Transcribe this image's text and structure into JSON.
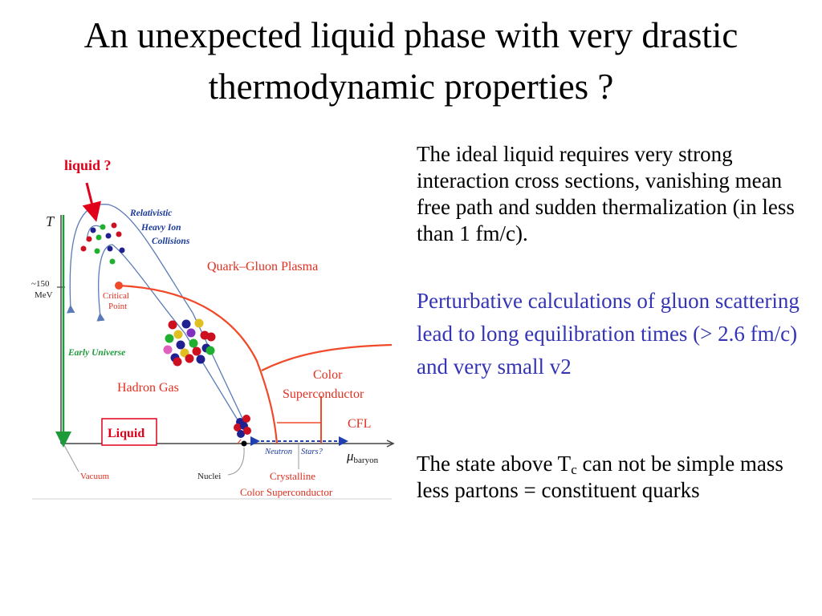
{
  "slide": {
    "title_line1": "An unexpected liquid phase with very drastic",
    "title_line2": "thermodynamic properties ?",
    "paragraph1": "The ideal liquid requires very strong interaction cross sections, vanishing mean free path and  sudden thermalization (in less than 1 fm/c).",
    "paragraph2": "Perturbative calculations of gluon scattering lead to long equilibration times (> 2.6 fm/c) and very small v2",
    "paragraph3_before": "The state above T",
    "paragraph3_sub": "c",
    "paragraph3_after": " can not be simple mass less partons = constituent quarks"
  },
  "diagram": {
    "annotation_liquid_q": "liquid ?",
    "axis_t": "T",
    "tick_150": "~150",
    "tick_mev": "MeV",
    "rhic_1": "Relativistic",
    "rhic_2": "Heavy Ion",
    "rhic_3": "Collisions",
    "qgp": "Quark–Gluon Plasma",
    "critical_1": "Critical",
    "critical_2": "Point",
    "early_universe": "Early Universe",
    "hadron_gas": "Hadron Gas",
    "color_sc_1": "Color",
    "color_sc_2": "Superconductor",
    "cfl": "CFL",
    "liquid_box": "Liquid",
    "neutron": "Neutron",
    "stars": "Stars?",
    "mu": "μ",
    "mu_sub": "baryon",
    "vacuum": "Vacuum",
    "nuclei": "Nuclei",
    "crystalline_1": "Crystalline",
    "crystalline_2": "Color Superconductor",
    "colors": {
      "red_line": "#f04a2a",
      "blue_line": "#5a7ab8",
      "green_line": "#1f9a3a",
      "annotation_red": "#e0001a",
      "label_blue": "#1a3a9a",
      "nucleon_red": "#cc1020",
      "nucleon_blue": "#202090",
      "nucleon_green": "#20b030",
      "nucleon_yellow": "#e0c020",
      "nucleon_pink": "#e060c0",
      "nucleon_purple": "#8030c0"
    }
  }
}
